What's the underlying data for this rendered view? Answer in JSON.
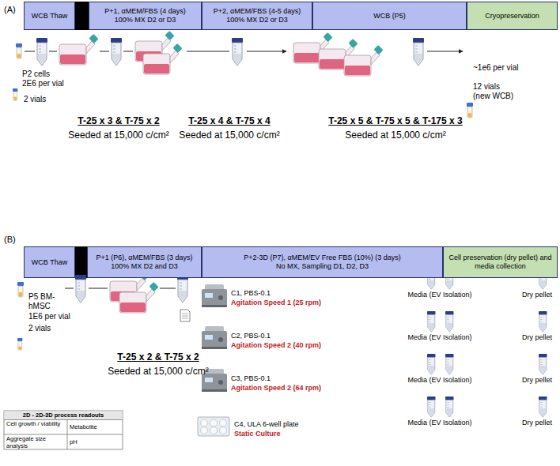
{
  "diagram": {
    "nodes": [
      {
        "text": [
          "WCB Thaw"
        ]
      },
      {
        "text": [
          "P+1, αMEM/FBS (4 days)",
          "100% MX D2 or D3"
        ]
      },
      {
        "text": [
          "P+2, αMEM/FBS (4-5 days)",
          "100% MX D2 or D3"
        ]
      },
      {
        "text": [
          "WCB (P5)"
        ]
      },
      {
        "text": [
          "Cryopreservation"
        ]
      },
      {
        "text": [
          "WCB Thaw"
        ]
      },
      {
        "text": [
          "P+1 (P6), αMEM/FBS (3 days)",
          "100% MX D2 and D3"
        ]
      },
      {
        "text": [
          "P+2-3D (P7), αMEM/EV Free FBS (10%) (3 days)",
          "No MX, Sampling D1, D2, D3"
        ]
      },
      {
        "text": [
          "Cell preservation (dry pellet) and media collection"
        ]
      }
    ],
    "labels": [
      "(A)",
      "P2 cells",
      "2E6 per vial",
      "2 vials",
      "~1e6 per vial",
      "12 vials",
      "(new WCB)",
      "T-25 x 3 & T-75 x 2",
      "Seeded at 15,000 c/cm²",
      "T-25 x 4 & T-75 x 4",
      "Seeded at 15,000 c/cm²",
      "T-25 x 5 & T-75 x 5 & T-175 x 3",
      "Seeded at 15,000 c/cm²",
      "(B)",
      "P5 BM-hMSC",
      "1E6 per vial",
      "2 vials",
      "T-25 x 2 & T-75 x 2",
      "Seeded at 15,000 c/cm²",
      "C1, PBS-0.1",
      "Agitation Speed 1 (25 rpm)",
      "C2, PBS-0.1",
      "Agitation Speed 2 (40 rpm)",
      "C3, PBS-0.1",
      "Agitation Speed 2 (64 rpm)",
      "C4, ULA 6-well plate",
      "Static Culture",
      "Media (EV Isolation)",
      "Dry pellet",
      "Media (EV Isolation)",
      "Dry pellet",
      "Media (EV Isolation)",
      "Dry pellet",
      "Media (EV Isolation)",
      "Dry pellet",
      "2D - 2D-3D process readouts",
      "Cell growth / viability",
      "Metabolite",
      "Aggregate size analysis",
      "pH"
    ]
  }
}
